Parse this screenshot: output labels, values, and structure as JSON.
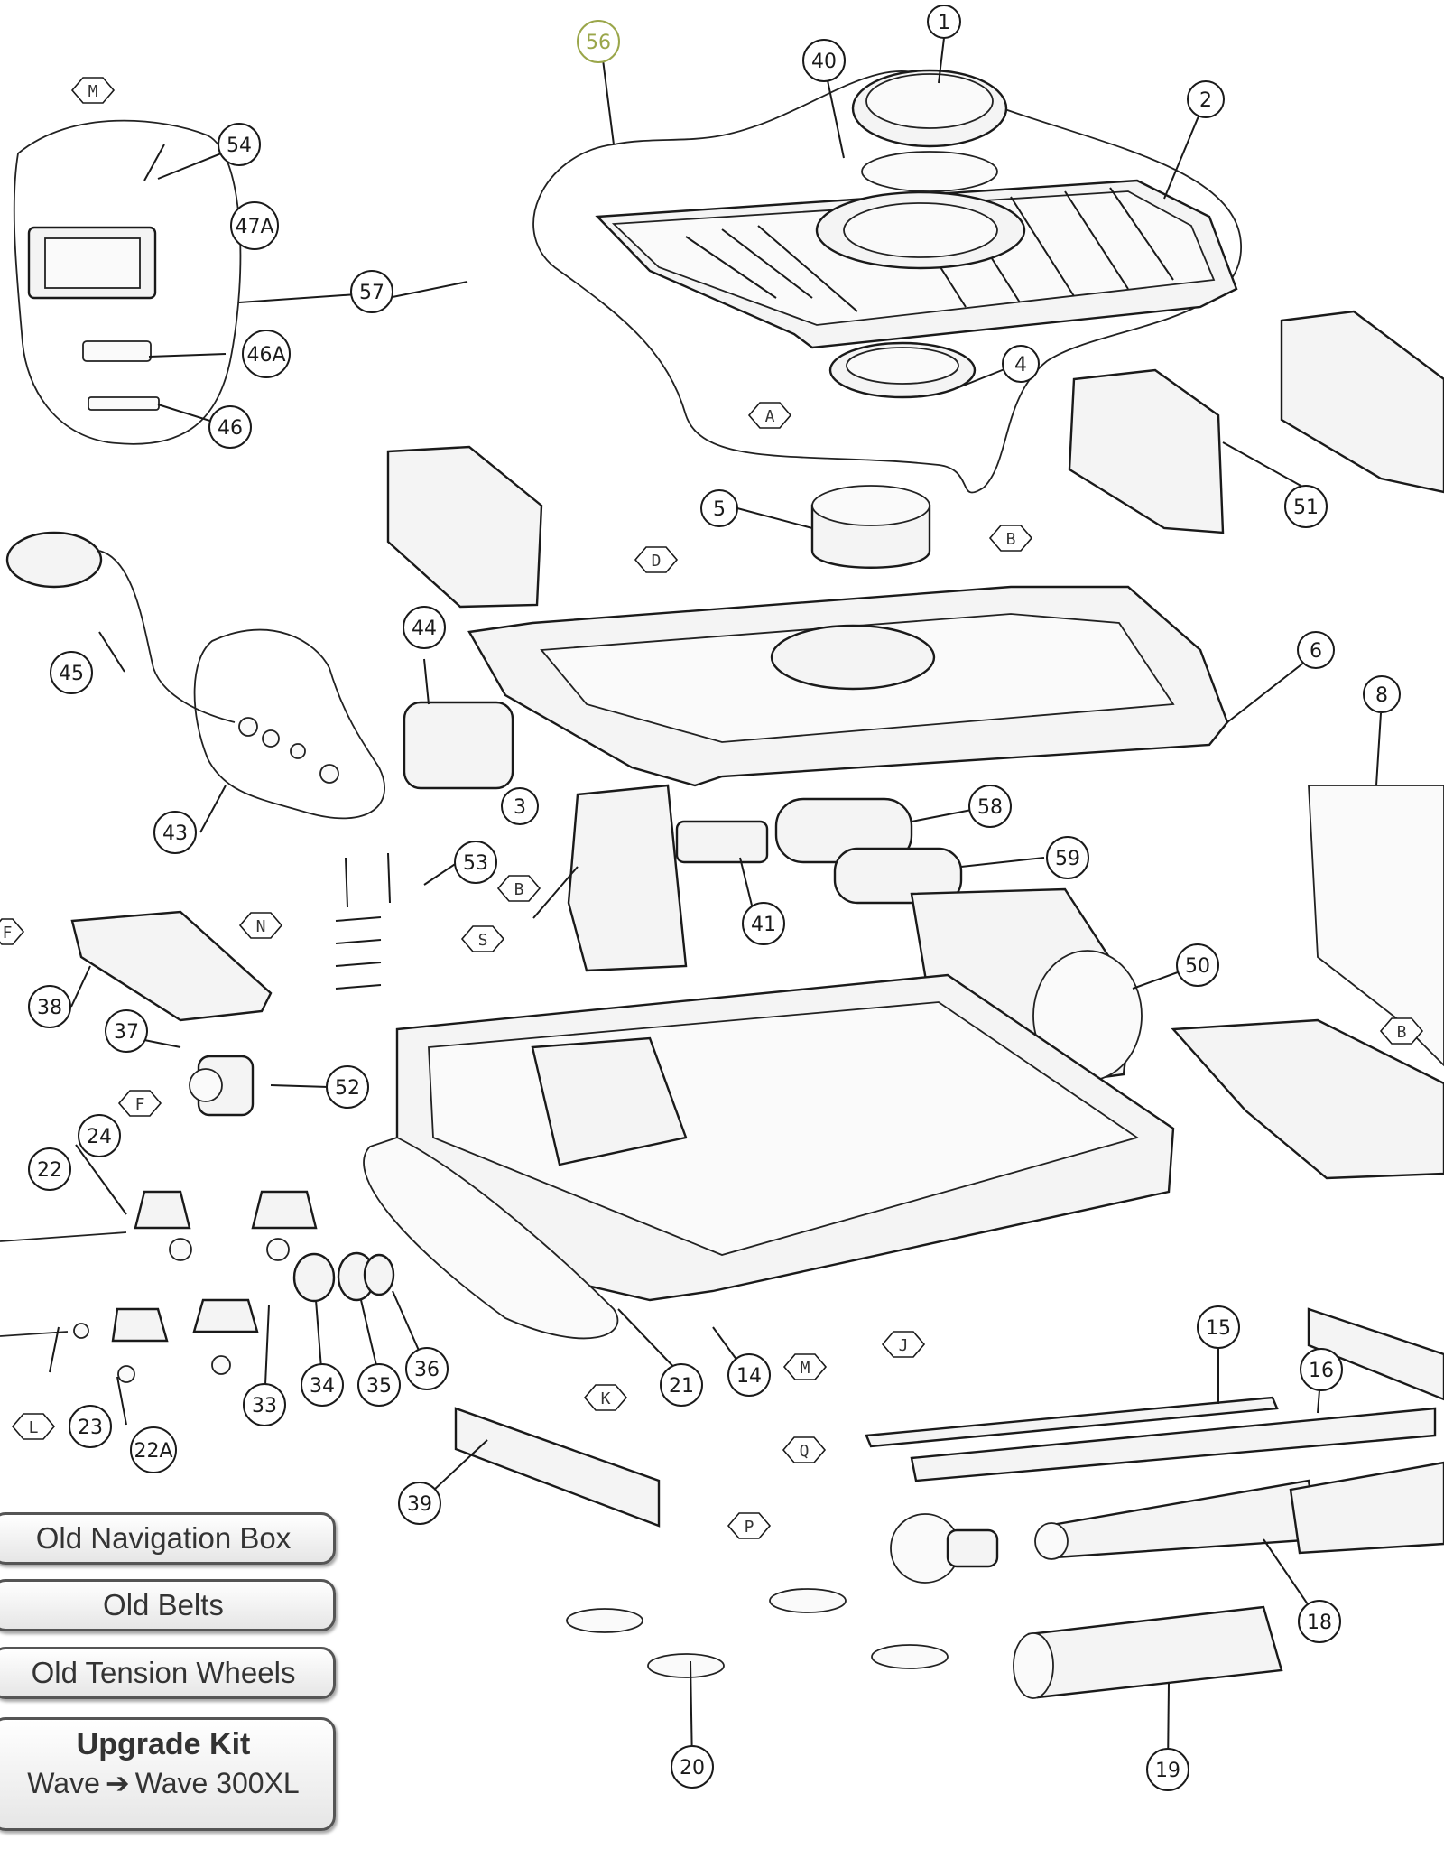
{
  "labels": {
    "circle": [
      "1",
      "2",
      "3",
      "4",
      "5",
      "6",
      "8",
      "14",
      "15",
      "16",
      "18",
      "19",
      "20",
      "21",
      "22",
      "22A",
      "23",
      "24",
      "33",
      "34",
      "35",
      "36",
      "37",
      "38",
      "39",
      "40",
      "41",
      "43",
      "44",
      "45",
      "46",
      "46A",
      "47A",
      "50",
      "51",
      "52",
      "53",
      "54",
      "56",
      "57",
      "58",
      "59"
    ],
    "hex": [
      "A",
      "B",
      "D",
      "F",
      "J",
      "K",
      "L",
      "M",
      "N",
      "P",
      "Q",
      "S"
    ]
  },
  "accent_label_color": "#9aa64a",
  "kit_buttons": {
    "old_nav": "Old Navigation Box",
    "old_belts": "Old Belts",
    "old_wheels": "Old Tension Wheels",
    "upgrade_title": "Upgrade Kit",
    "upgrade_from": "Wave",
    "upgrade_to": "Wave 300XL"
  }
}
